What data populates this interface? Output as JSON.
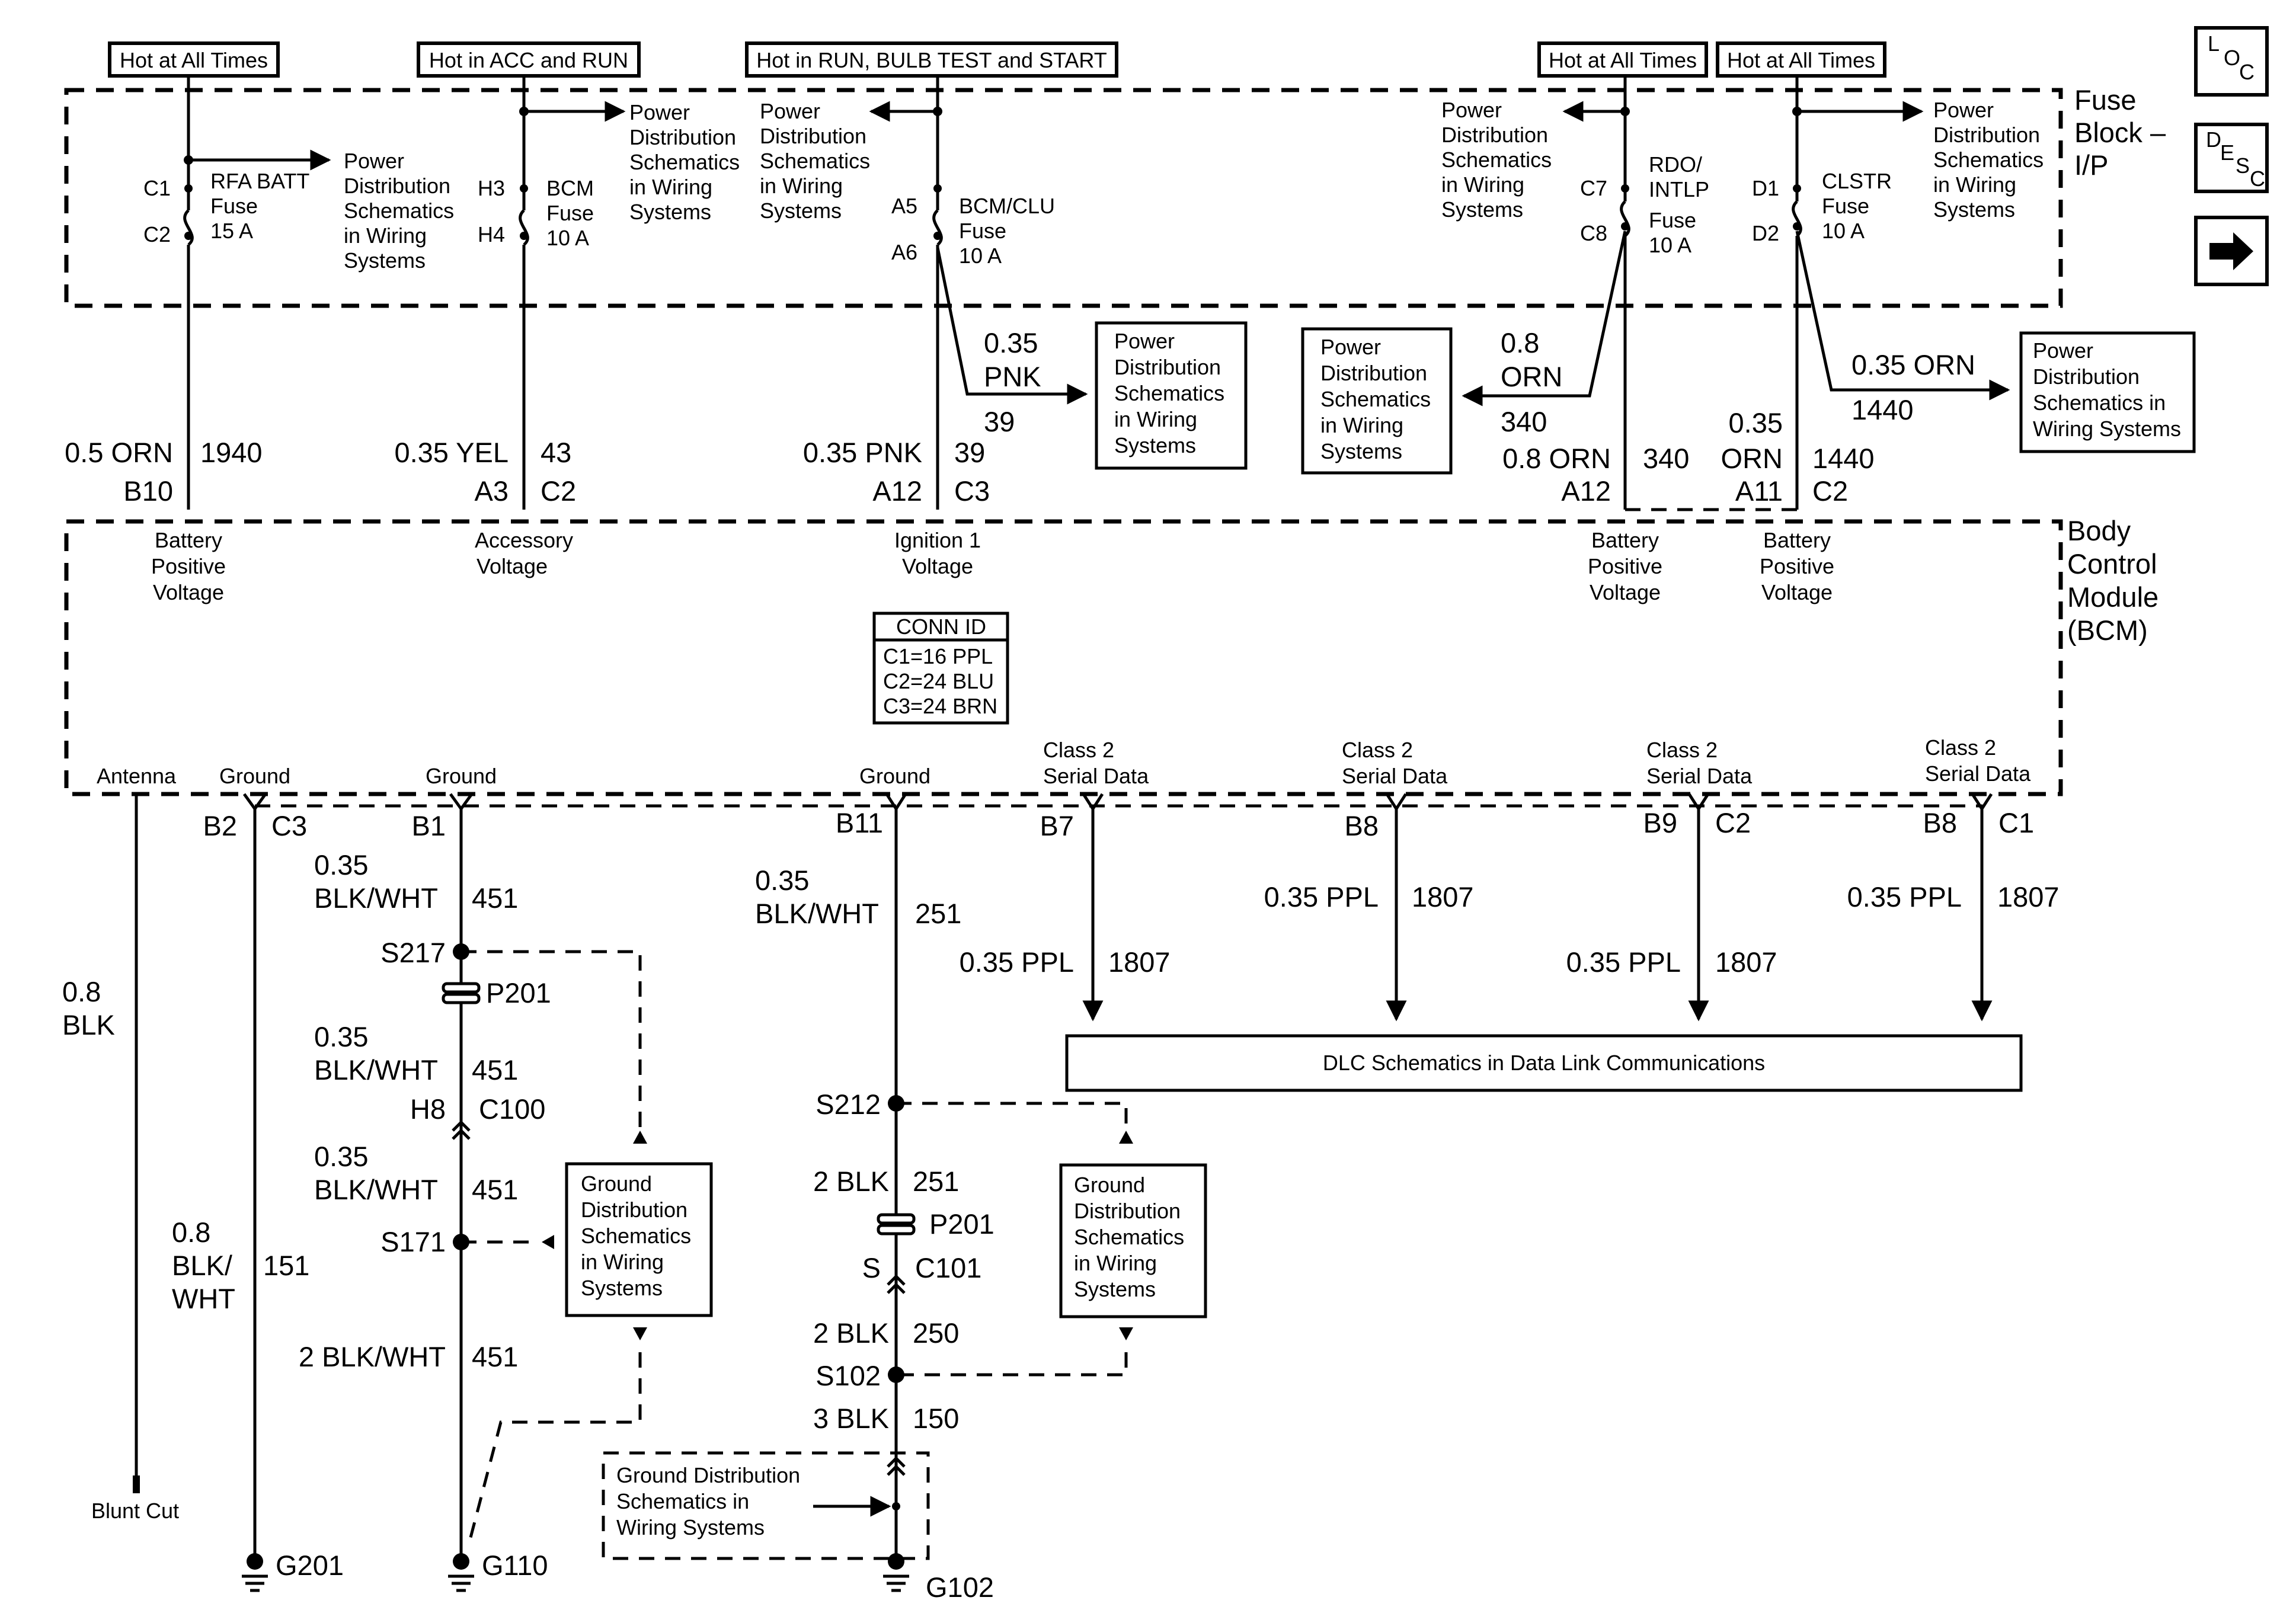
{
  "fuse_block": {
    "title_lines": [
      "Fuse",
      "Block –",
      "I/P"
    ],
    "hot_labels": [
      "Hot at All Times",
      "Hot in ACC and RUN",
      "Hot in RUN, BULB TEST and START",
      "Hot at All Times",
      "Hot at All Times"
    ],
    "fuses": [
      {
        "terminal_top": "C1",
        "terminal_bottom": "C2",
        "name_lines": [
          "RFA BATT",
          "Fuse",
          "15 A"
        ]
      },
      {
        "terminal_top": "H3",
        "terminal_bottom": "H4",
        "name_lines": [
          "BCM",
          "Fuse",
          "10 A"
        ]
      },
      {
        "terminal_top": "A5",
        "terminal_bottom": "A6",
        "name_lines": [
          "BCM/CLU",
          "Fuse",
          "10 A"
        ]
      },
      {
        "terminal_top": "C7",
        "terminal_bottom": "C8",
        "name_lines": [
          "RDO/",
          "INTLP",
          "Fuse",
          "10 A"
        ]
      },
      {
        "terminal_top": "D1",
        "terminal_bottom": "D2",
        "name_lines": [
          "CLSTR",
          "Fuse",
          "10 A"
        ]
      }
    ],
    "power_refs": [
      [
        "Power",
        "Distribution",
        "Schematics",
        "in Wiring",
        "Systems"
      ],
      [
        "Power",
        "Distribution",
        "Schematics",
        "in Wiring",
        "Systems"
      ],
      [
        "Power",
        "Distribution",
        "Schematics",
        "in Wiring",
        "Systems"
      ],
      [
        "Power",
        "Distribution",
        "Schematics",
        "in Wiring",
        "Systems"
      ],
      [
        "Power",
        "Distribution",
        "Schematics",
        "in Wiring",
        "Systems"
      ]
    ]
  },
  "power_boxes": [
    [
      "Power",
      "Distribution",
      "Schematics",
      "in Wiring",
      "Systems"
    ],
    [
      "Power",
      "Distribution",
      "Schematics",
      "in Wiring",
      "Systems"
    ],
    [
      "Power",
      "Distribution",
      "Schematics in",
      "Wiring Systems"
    ]
  ],
  "wires_top": [
    {
      "gauge": "0.5 ORN",
      "circuit": "1940",
      "pin": "B10"
    },
    {
      "gauge": "0.35 YEL",
      "circuit": "43",
      "pin": "A3",
      "connector": "C2"
    },
    {
      "gauge": "0.35 PNK",
      "circuit": "39",
      "pin": "A12",
      "connector": "C3"
    },
    {
      "gauge": "0.8 ORN",
      "circuit": "340",
      "pin": "A12"
    },
    {
      "gauge_lines": [
        "0.35",
        "ORN"
      ],
      "circuit": "1440",
      "pin": "A11",
      "connector": "C2"
    }
  ],
  "branches": [
    {
      "gauge_lines": [
        "0.35",
        "PNK"
      ],
      "circuit": "39"
    },
    {
      "gauge_lines": [
        "0.8",
        "ORN"
      ],
      "circuit": "340"
    },
    {
      "gauge": "0.35 ORN",
      "circuit": "1440"
    }
  ],
  "bcm": {
    "title_lines": [
      "Body",
      "Control",
      "Module",
      "(BCM)"
    ],
    "inputs": [
      [
        "Battery",
        "Positive",
        "Voltage"
      ],
      [
        "Accessory",
        "Voltage"
      ],
      [
        "Ignition 1",
        "Voltage"
      ],
      [
        "Battery",
        "Positive",
        "Voltage"
      ],
      [
        "Battery",
        "Positive",
        "Voltage"
      ]
    ],
    "conn_id": {
      "title": "CONN ID",
      "lines": [
        "C1=16 PPL",
        "C2=24 BLU",
        "C3=24 BRN"
      ]
    },
    "outputs": [
      "Antenna",
      "Ground",
      "Ground",
      "Ground"
    ],
    "serial": [
      [
        "Class 2",
        "Serial Data"
      ],
      [
        "Class 2",
        "Serial Data"
      ],
      [
        "Class 2",
        "Serial Data"
      ],
      [
        "Class 2",
        "Serial Data"
      ]
    ]
  },
  "bottom": {
    "pins": [
      "B2",
      "C3",
      "B1",
      "B11",
      "B7",
      "B8",
      "B9",
      "C2",
      "B8",
      "C1"
    ],
    "antenna": {
      "gauge_lines": [
        "0.8",
        "BLK"
      ],
      "end_label": "Blunt Cut"
    },
    "ground_c3": {
      "gauge_lines": [
        "0.8",
        "BLK/",
        "WHT"
      ],
      "circuit": "151",
      "ground": "G201"
    },
    "ground_b1": {
      "seg1": {
        "gauge_lines": [
          "0.35",
          "BLK/WHT"
        ],
        "circuit": "451"
      },
      "splice1": "S217",
      "inline1": "P201",
      "seg2": {
        "gauge_lines": [
          "0.35",
          "BLK/WHT"
        ],
        "circuit": "451"
      },
      "connector_pin": "H8",
      "connector": "C100",
      "seg3": {
        "gauge_lines": [
          "0.35",
          "BLK/WHT"
        ],
        "circuit": "451"
      },
      "splice2": "S171",
      "seg4": {
        "gauge": "2 BLK/WHT",
        "circuit": "451"
      },
      "ground": "G110"
    },
    "ground_b11": {
      "seg1": {
        "gauge_lines": [
          "0.35",
          "BLK/WHT"
        ],
        "circuit": "251"
      },
      "splice1": "S212",
      "seg2": {
        "gauge": "2 BLK",
        "circuit": "251"
      },
      "inline1": "P201",
      "connector_pin": "S",
      "connector": "C101",
      "seg3": {
        "gauge": "2 BLK",
        "circuit": "250"
      },
      "splice2": "S102",
      "seg4": {
        "gauge": "3 BLK",
        "circuit": "150"
      },
      "ground": "G102"
    },
    "serial_wires": [
      {
        "gauge": "0.35 PPL",
        "circuit": "1807"
      },
      {
        "gauge": "0.35 PPL",
        "circuit": "1807"
      },
      {
        "gauge": "0.35 PPL",
        "circuit": "1807"
      },
      {
        "gauge": "0.35 PPL",
        "circuit": "1807"
      }
    ],
    "dlc_box": "DLC Schematics in Data Link Communications",
    "ground_boxes": [
      [
        "Ground",
        "Distribution",
        "Schematics",
        "in Wiring",
        "Systems"
      ],
      [
        "Ground",
        "Distribution",
        "Schematics",
        "in Wiring",
        "Systems"
      ],
      [
        "Ground Distribution",
        "Schematics in",
        "Wiring Systems"
      ]
    ]
  },
  "nav": {
    "loc": [
      "L",
      "O",
      "C"
    ],
    "desc": [
      "D",
      "E",
      "S",
      "C"
    ],
    "next_icon": "arrow-right-icon"
  }
}
